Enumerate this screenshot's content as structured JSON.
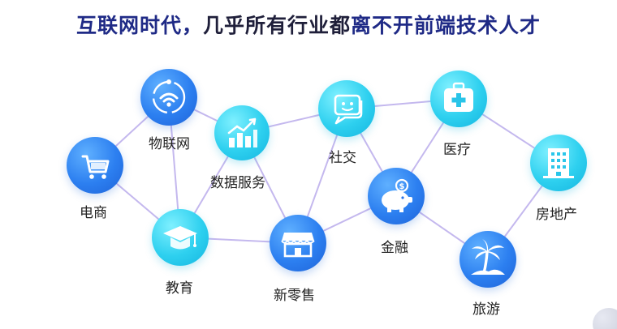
{
  "title": {
    "part1": "互联网时代，",
    "part2": "几乎所有行业都",
    "part3": "离不开前端技术人才"
  },
  "nodes": {
    "iot": {
      "label": "物联网",
      "icon": "wifi-network-icon",
      "color": "#2c7ff0"
    },
    "ecommerce": {
      "label": "电商",
      "icon": "shopping-cart-icon",
      "color": "#2c7ff0"
    },
    "data_service": {
      "label": "数据服务",
      "icon": "bar-chart-icon",
      "color": "#2ed0ef"
    },
    "education": {
      "label": "教育",
      "icon": "graduation-cap-icon",
      "color": "#2ed0ef"
    },
    "social": {
      "label": "社交",
      "icon": "chat-bubble-icon",
      "color": "#2ed0ef"
    },
    "new_retail": {
      "label": "新零售",
      "icon": "storefront-icon",
      "color": "#2c7ff0"
    },
    "medical": {
      "label": "医疗",
      "icon": "medical-kit-icon",
      "color": "#2ed0ef"
    },
    "finance": {
      "label": "金融",
      "icon": "piggy-bank-icon",
      "color": "#2c7ff0"
    },
    "real_estate": {
      "label": "房地产",
      "icon": "building-icon",
      "color": "#2ed0ef"
    },
    "travel": {
      "label": "旅游",
      "icon": "palm-tree-icon",
      "color": "#2c7ff0"
    }
  },
  "line_color": "#c4b8ee"
}
